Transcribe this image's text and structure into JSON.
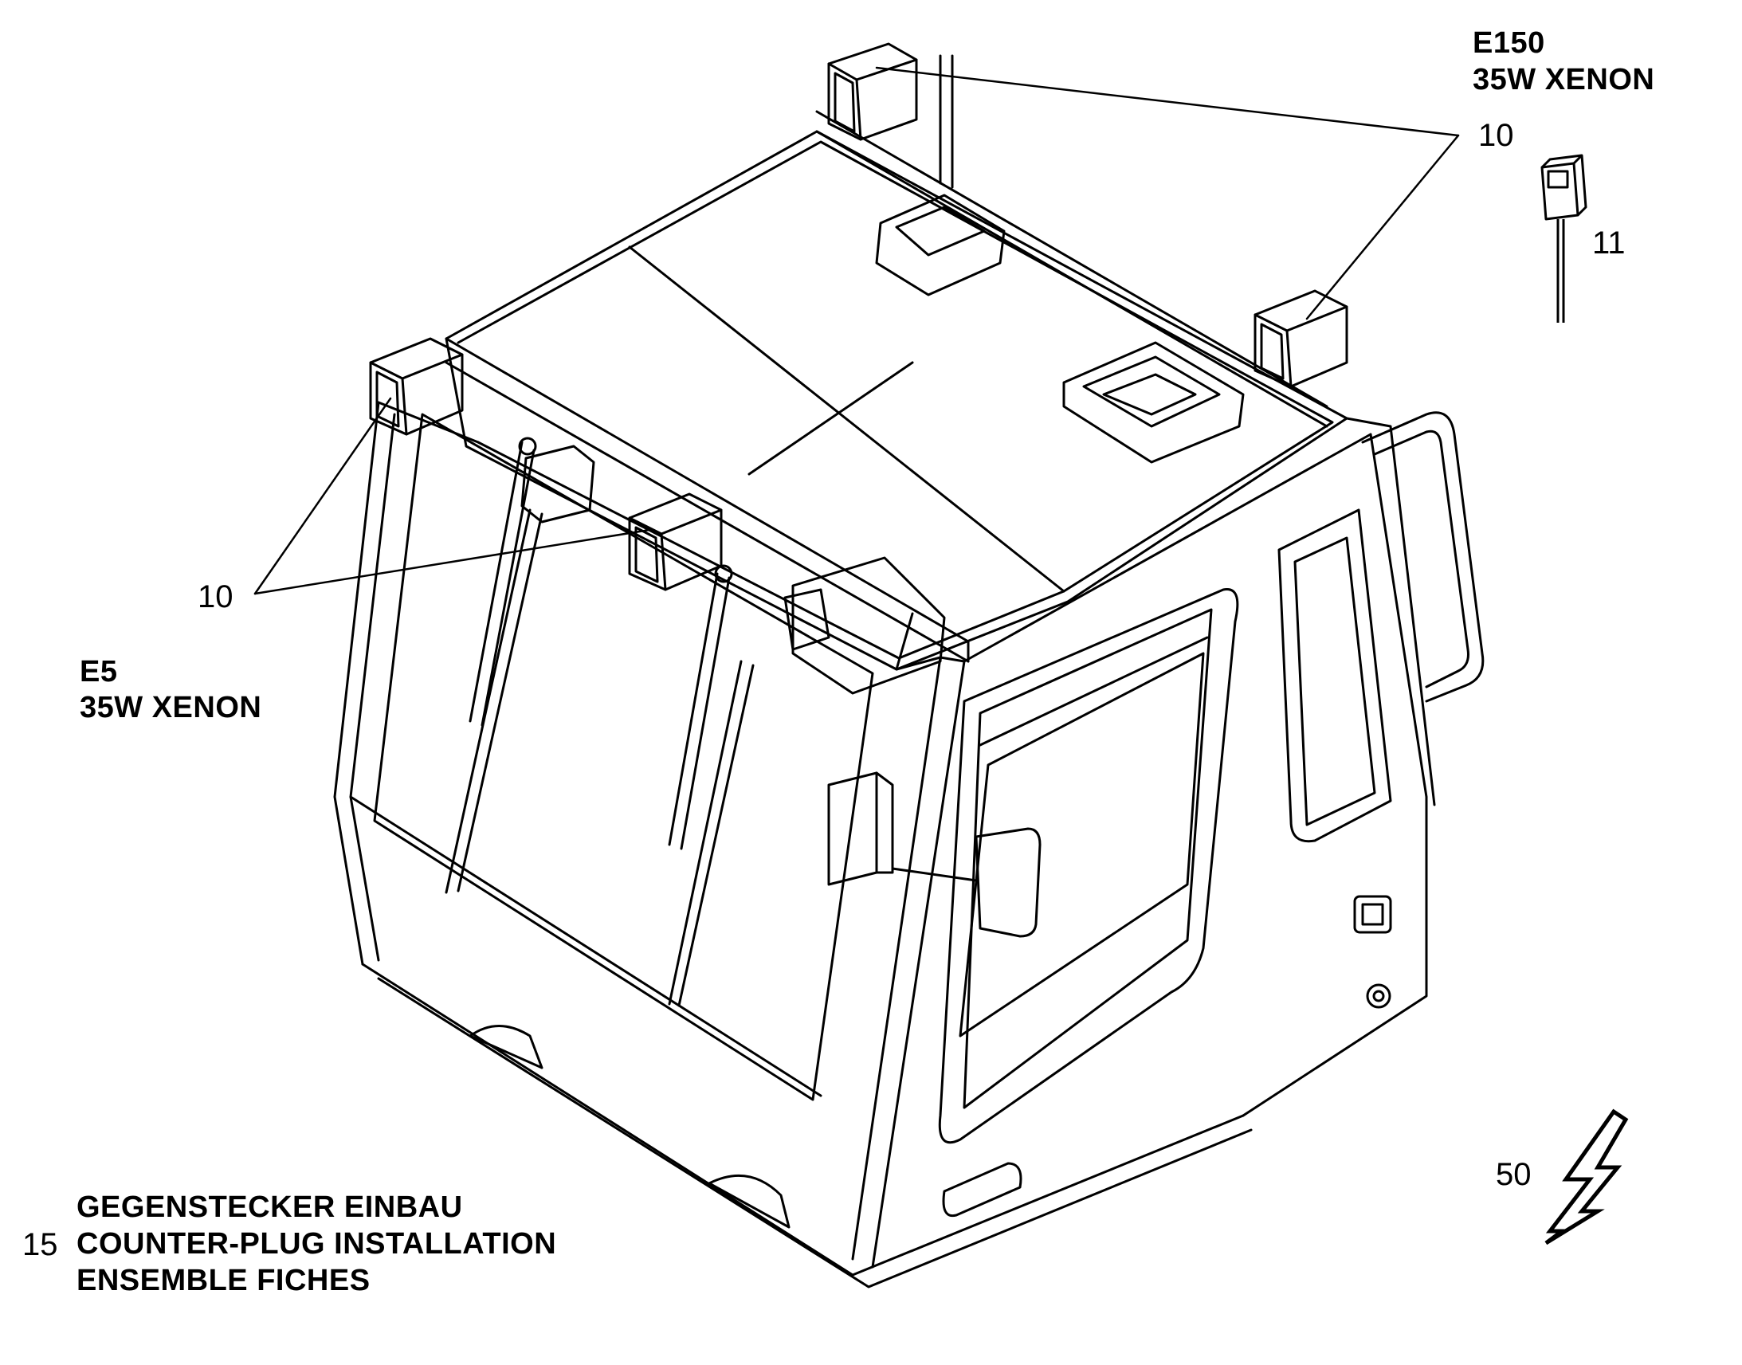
{
  "callouts": {
    "e150_code": "E150",
    "e150_desc": "35W XENON",
    "e5_code": "E5",
    "e5_desc": "35W XENON",
    "item_10_top": "10",
    "item_10_left": "10",
    "item_11": "11",
    "item_15": "15",
    "item_50": "50"
  },
  "note_15": {
    "line1": "GEGENSTECKER EINBAU",
    "line2": "COUNTER-PLUG INSTALLATION",
    "line3": "ENSEMBLE FICHES"
  },
  "icons": [
    "lightning-bolt-icon",
    "connector-plug-icon",
    "work-lamp-icon"
  ]
}
